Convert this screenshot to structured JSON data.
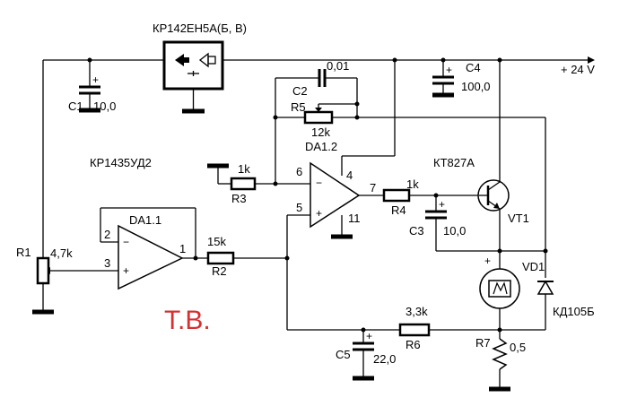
{
  "labels": {
    "regulator": "КР142ЕН5А(Б, В)",
    "supply": "+ 24 V",
    "c1": "C1",
    "c1_value": "10,0",
    "c2": "C2",
    "c2_value": "0,01",
    "c3": "C3",
    "c3_value": "10,0",
    "c4": "C4",
    "c4_value": "100,0",
    "c5": "C5",
    "c5_value": "22,0",
    "r1": "R1",
    "r1_value": "4,7k",
    "r2": "R2",
    "r2_value": "15k",
    "r3": "R3",
    "r3_value": "1k",
    "r4": "R4",
    "r4_value": "1k",
    "r5": "R5",
    "r5_value": "12k",
    "r6": "R6",
    "r6_value": "3,3k",
    "r7": "R7",
    "r7_value": "0,5",
    "opamp_chip": "КР1435УД2",
    "da1_1": "DA1.1",
    "da1_2": "DA1.2",
    "transistor_type": "КТ827А",
    "vt1": "VT1",
    "vd1": "VD1",
    "diode_type": "КД105Б",
    "pin_1": "1",
    "pin_2": "2",
    "pin_3": "3",
    "pin_4": "4",
    "pin_5": "5",
    "pin_6": "6",
    "pin_7": "7",
    "pin_11": "11",
    "plus": "+",
    "minus": "−"
  },
  "watermark": "Т.В.",
  "colors": {
    "wire": "#000000",
    "background": "#ffffff",
    "watermark": "#d63030"
  }
}
